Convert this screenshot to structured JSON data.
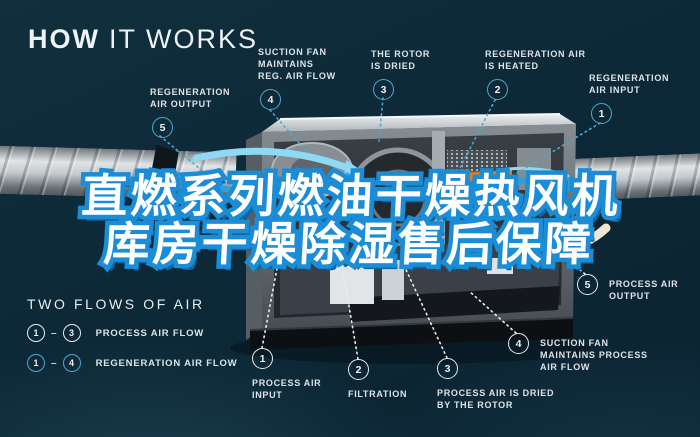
{
  "title": {
    "bold": "HOW",
    "rest": "IT WORKS"
  },
  "overlay": {
    "line1": "直燃系列燃油干燥热风机",
    "line2": "库房干燥除湿售后保障"
  },
  "callouts": {
    "regen_output": {
      "num": "5",
      "label": "REGENERATION\nAIR OUTPUT"
    },
    "suction_reg": {
      "num": "4",
      "label": "SUCTION FAN\nMAINTAINS\nREG. AIR FLOW"
    },
    "rotor_dried": {
      "num": "3",
      "label": "THE ROTOR\nIS DRIED"
    },
    "regen_heated": {
      "num": "2",
      "label": "REGENERATION AIR\nIS HEATED"
    },
    "regen_input": {
      "num": "1",
      "label": "REGENERATION\nAIR INPUT"
    },
    "process_input": {
      "num": "1",
      "label": "PROCESS AIR\nINPUT"
    },
    "filtration": {
      "num": "2",
      "label": "FILTRATION"
    },
    "process_dried": {
      "num": "3",
      "label": "PROCESS AIR IS DRIED\nBY THE ROTOR"
    },
    "suction_process": {
      "num": "4",
      "label": "SUCTION FAN\nMAINTAINS PROCESS\nAIR FLOW"
    },
    "process_output": {
      "num": "5",
      "label": "PROCESS AIR\nOUTPUT"
    }
  },
  "legend": {
    "title": "TWO FLOWS OF AIR",
    "rows": [
      {
        "from": "1",
        "to": "3",
        "dash": "–",
        "label": "PROCESS AIR FLOW",
        "type": "process"
      },
      {
        "from": "1",
        "to": "4",
        "dash": "–",
        "label": "REGENERATION AIR FLOW",
        "type": "regen"
      }
    ]
  },
  "colors": {
    "regen": "#4fa8d0",
    "process": "#e8edf0",
    "overlay_fill": "#ffffff",
    "overlay_stroke": "#1b8dd6",
    "overlay_shadow": "#0d67a6",
    "heater": "#e07c28",
    "flow_light": "#8fd9f4",
    "flow_deep": "#2e9fd8",
    "cream_arrow": "#efe7d2"
  }
}
